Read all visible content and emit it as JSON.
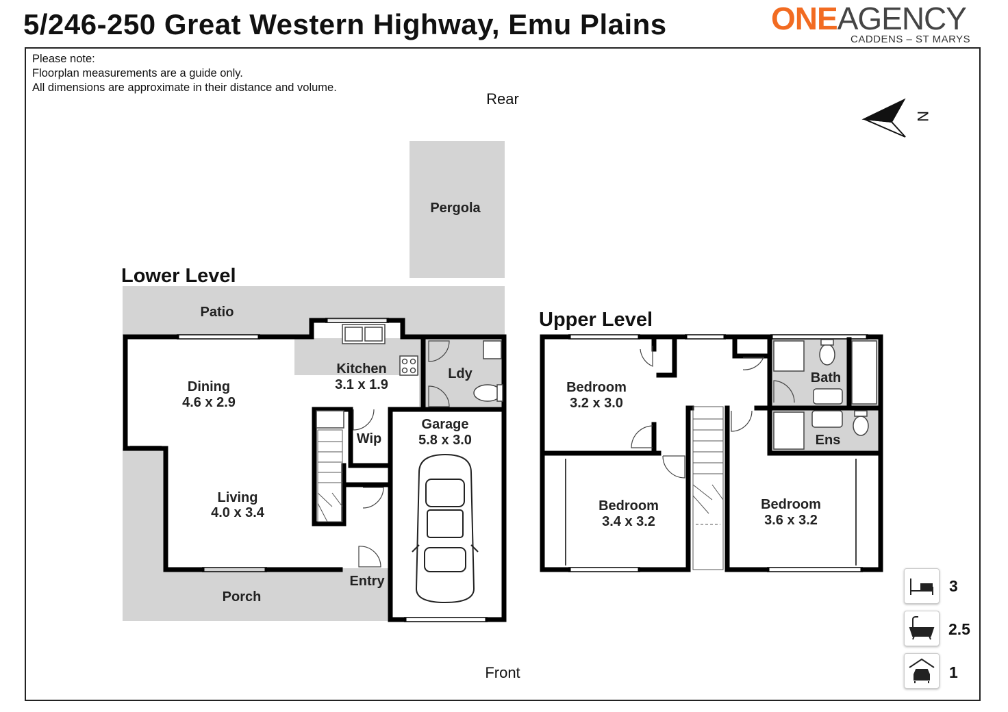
{
  "header": {
    "title": "5/246-250 Great Western Highway, Emu Plains",
    "logo_one": "ONE",
    "logo_agency": "AGENCY",
    "logo_sub": "CADDENS – ST MARYS",
    "brand_color": "#F26B21"
  },
  "notes": [
    "Please note:",
    "Floorplan measurements are a guide only.",
    "All dimensions are approximate in their distance and volume."
  ],
  "directions": {
    "rear": "Rear",
    "front": "Front",
    "north": "N"
  },
  "levels": {
    "lower": "Lower Level",
    "upper": "Upper Level"
  },
  "rooms": {
    "pergola": {
      "name": "Pergola"
    },
    "patio": {
      "name": "Patio"
    },
    "dining": {
      "name": "Dining",
      "dims": "4.6 x 2.9"
    },
    "kitchen": {
      "name": "Kitchen",
      "dims": "3.1 x 1.9"
    },
    "ldy": {
      "name": "Ldy"
    },
    "wip": {
      "name": "Wip"
    },
    "garage": {
      "name": "Garage",
      "dims": "5.8 x 3.0"
    },
    "living": {
      "name": "Living",
      "dims": "4.0 x 3.4"
    },
    "entry": {
      "name": "Entry"
    },
    "porch": {
      "name": "Porch"
    },
    "bed1": {
      "name": "Bedroom",
      "dims": "3.2 x 3.0"
    },
    "bath": {
      "name": "Bath"
    },
    "ens": {
      "name": "Ens"
    },
    "bed2": {
      "name": "Bedroom",
      "dims": "3.4 x 3.2"
    },
    "bed3": {
      "name": "Bedroom",
      "dims": "3.6 x 3.2"
    }
  },
  "stats": {
    "bedrooms": "3",
    "bathrooms": "2.5",
    "car_spaces": "1",
    "icons": [
      "bed-icon",
      "bath-icon",
      "car-icon"
    ]
  }
}
